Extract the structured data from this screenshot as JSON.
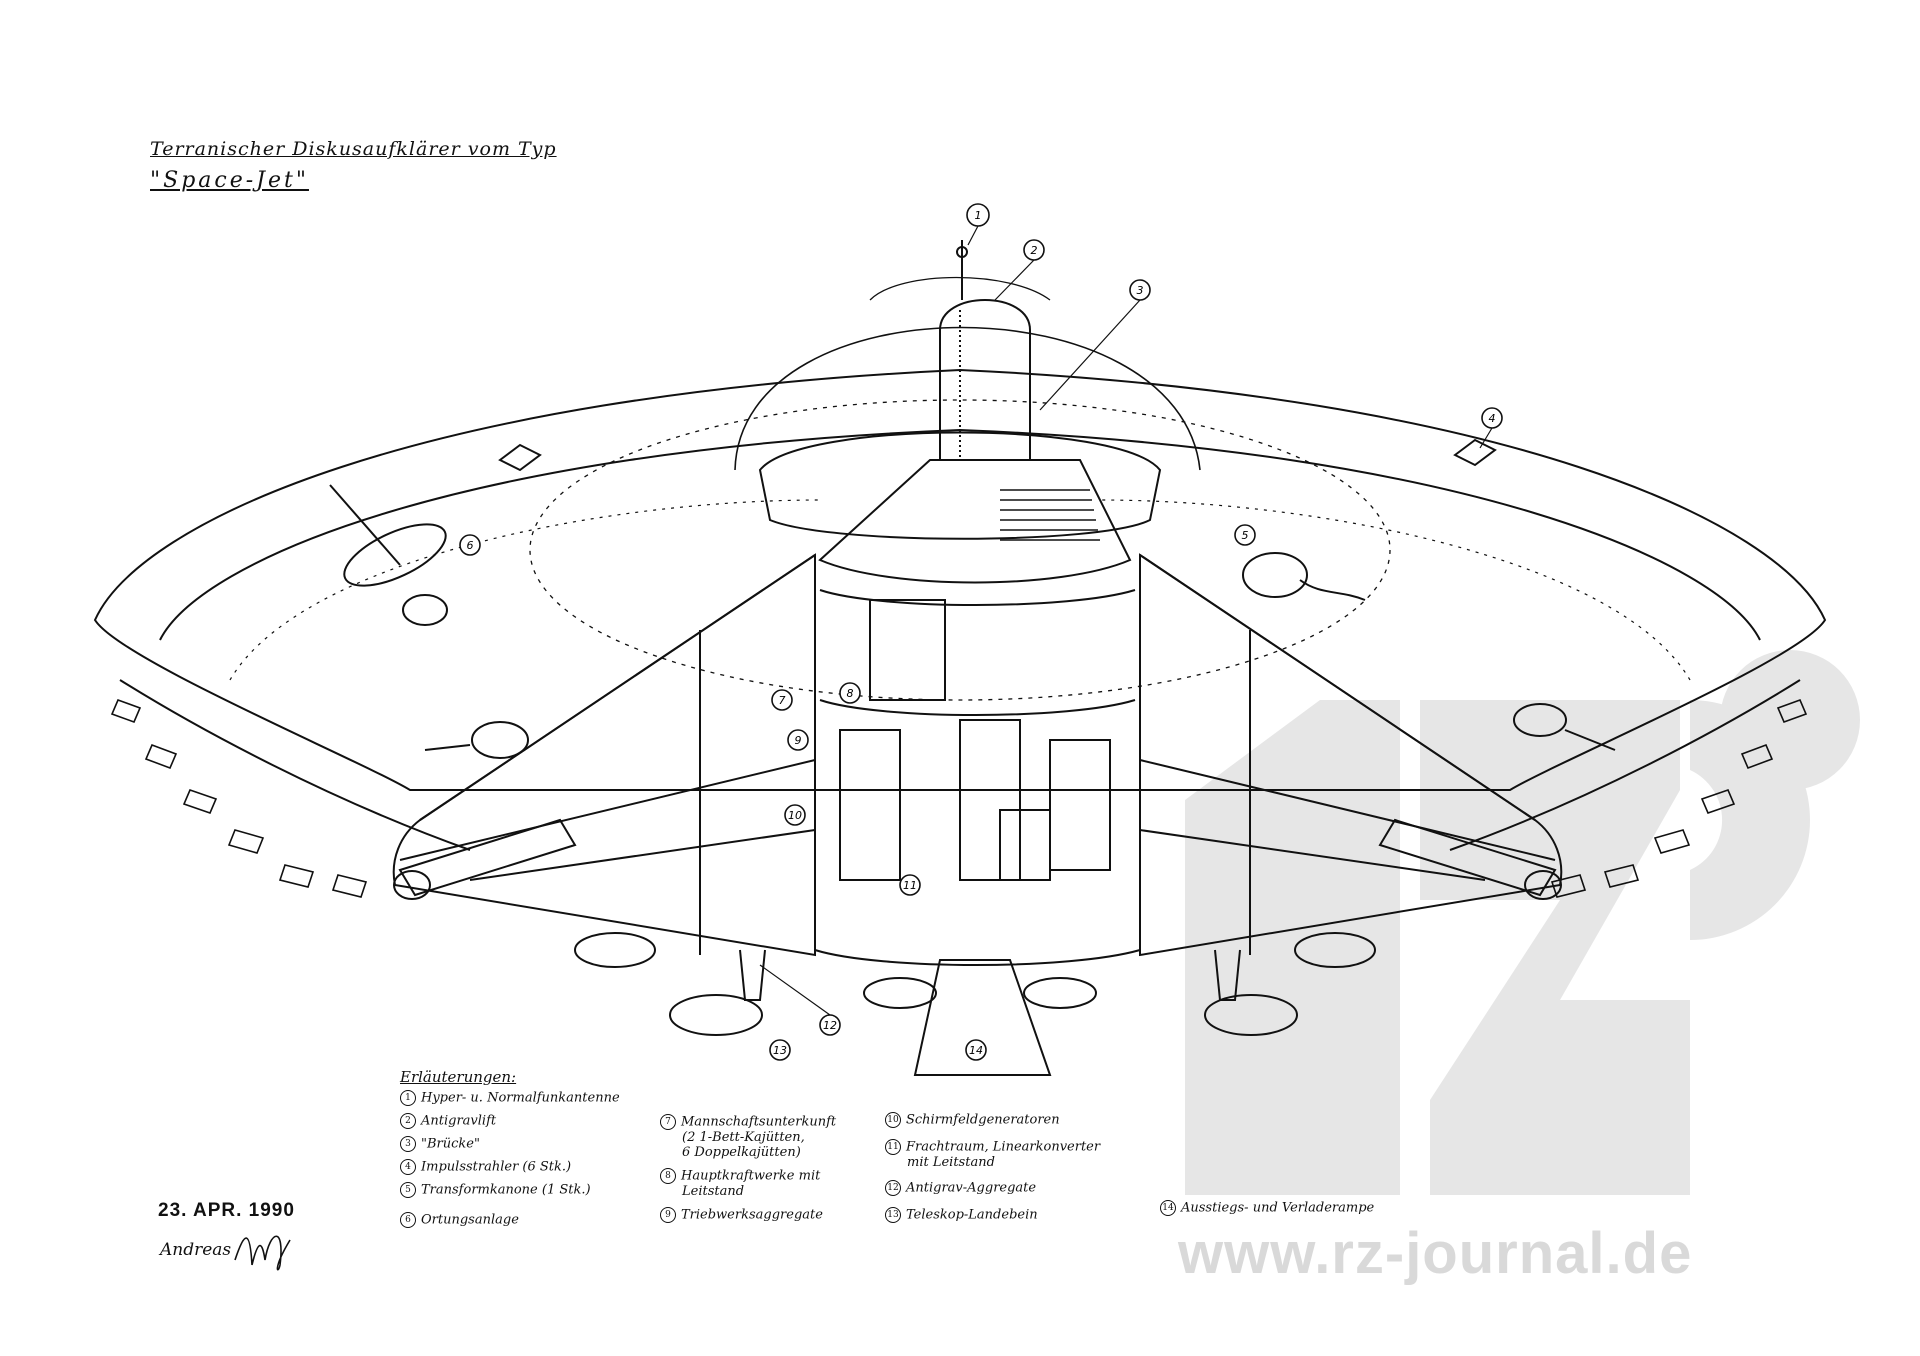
{
  "title": {
    "line1": "Terranischer Diskusaufklärer vom Typ",
    "line2": "\"Space-Jet\""
  },
  "callout_numbers": [
    "1",
    "2",
    "3",
    "4",
    "5",
    "6",
    "7",
    "8",
    "9",
    "10",
    "11",
    "12",
    "13",
    "14"
  ],
  "legend": {
    "heading": "Erläuterungen:",
    "items": [
      {
        "num": "1",
        "text": "Hyper- u. Normalfunkantenne"
      },
      {
        "num": "2",
        "text": "Antigravlift"
      },
      {
        "num": "3",
        "text": "\"Brücke\""
      },
      {
        "num": "4",
        "text": "Impulsstrahler (6 Stk.)"
      },
      {
        "num": "5",
        "text": "Transformkanone (1 Stk.)"
      },
      {
        "num": "6",
        "text": "Ortungsanlage"
      },
      {
        "num": "7",
        "text": "Mannschaftsunterkunft",
        "text2": "(2 1-Bett-Kajütten,",
        "text3": "6 Doppelkajütten)"
      },
      {
        "num": "8",
        "text": "Hauptkraftwerke mit",
        "text2": "Leitstand"
      },
      {
        "num": "9",
        "text": "Triebwerksaggregate"
      },
      {
        "num": "10",
        "text": "Schirmfeldgeneratoren"
      },
      {
        "num": "11",
        "text": "Frachtraum, Linearkonverter",
        "text2": "mit Leitstand"
      },
      {
        "num": "12",
        "text": "Antigrav-Aggregate"
      },
      {
        "num": "13",
        "text": "Teleskop-Landebein"
      },
      {
        "num": "14",
        "text": "Ausstiegs- und Verladerampe"
      }
    ]
  },
  "date": "23. APR. 1990",
  "signature": "Andreas",
  "watermark": "www.rz-journal.de",
  "colors": {
    "ink": "#111111",
    "watermark": "#d9d9d9",
    "paper": "#ffffff"
  }
}
